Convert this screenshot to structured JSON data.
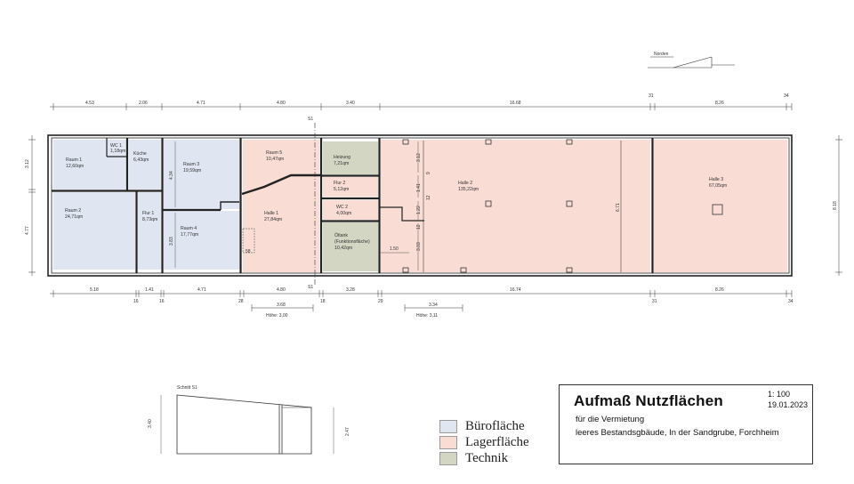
{
  "north_label": "Norden",
  "section_marker": "S1",
  "colors": {
    "buero": "#dfe6f1",
    "lager": "#f9dcd4",
    "technik": "#d3d6c3",
    "wall": "#222222"
  },
  "rooms": [
    {
      "name": "Raum 1",
      "area": "12,60qm",
      "type": "buero"
    },
    {
      "name": "WC 1",
      "area": "1,18qm",
      "type": "buero"
    },
    {
      "name": "Küche",
      "area": "6,43qm",
      "type": "buero"
    },
    {
      "name": "Raum 2",
      "area": "24,71qm",
      "type": "buero"
    },
    {
      "name": "Flur 1",
      "area": "8,73qm",
      "type": "buero"
    },
    {
      "name": "Raum 3",
      "area": "19,59qm",
      "type": "buero"
    },
    {
      "name": "Raum 4",
      "area": "17,77qm",
      "type": "buero"
    },
    {
      "name": "Raum 5",
      "area": "10,47qm",
      "type": "lager"
    },
    {
      "name": "Halle 1",
      "area": "27,84qm",
      "type": "lager"
    },
    {
      "name": "Heizung",
      "area": "7,21qm",
      "type": "technik"
    },
    {
      "name": "Flur 2",
      "area": "5,12qm",
      "type": "lager"
    },
    {
      "name": "WC 2",
      "area": "4,00qm",
      "type": "lager"
    },
    {
      "name": "Öltank",
      "name2": "(Funktionsfläche)",
      "area": "10,42qm",
      "type": "technik"
    },
    {
      "name": "Halle 2",
      "area": "135,22qm",
      "type": "lager"
    },
    {
      "name": "Halle 3",
      "area": "67,05qm",
      "type": "lager"
    }
  ],
  "dims_top": [
    "4.53",
    "2.06",
    "4.71",
    "4.80",
    "3.40",
    "16.68",
    "31",
    "8.26",
    "34"
  ],
  "dims_bottom": [
    "5.18",
    "16",
    "1.41",
    "16",
    "4.71",
    "28",
    "4.80",
    "18",
    "3.28",
    "29",
    "16.74",
    "31",
    "8.26",
    "34"
  ],
  "dims_bottom2": [
    "3.68",
    "3.34"
  ],
  "heights": [
    "Höhe: 3,00",
    "Höhe: 3,11"
  ],
  "dims_left": [
    "3.12",
    "4.77"
  ],
  "dims_right": [
    "8.18"
  ],
  "dims_inner": [
    "4.34",
    "3.83",
    "58",
    "1.41",
    "1.22",
    "3.03",
    "3.12",
    "12",
    "12",
    "9",
    "1.50",
    "6.71"
  ],
  "section": {
    "label": "Schnitt S1",
    "h1": "3.40",
    "h2": "2.47"
  },
  "legend": [
    {
      "label": "Bürofläche",
      "color": "#dfe6f1"
    },
    {
      "label": "Lagerfläche",
      "color": "#f9dcd4"
    },
    {
      "label": "Technik",
      "color": "#d3d6c3"
    }
  ],
  "titleblock": {
    "title": "Aufmaß Nutzflächen",
    "scale": "1: 100",
    "date": "19.01.2023",
    "line1": "für die Vermietung",
    "line2": "leeres Bestandsgbäude, In der Sandgrube, Forchheim"
  }
}
